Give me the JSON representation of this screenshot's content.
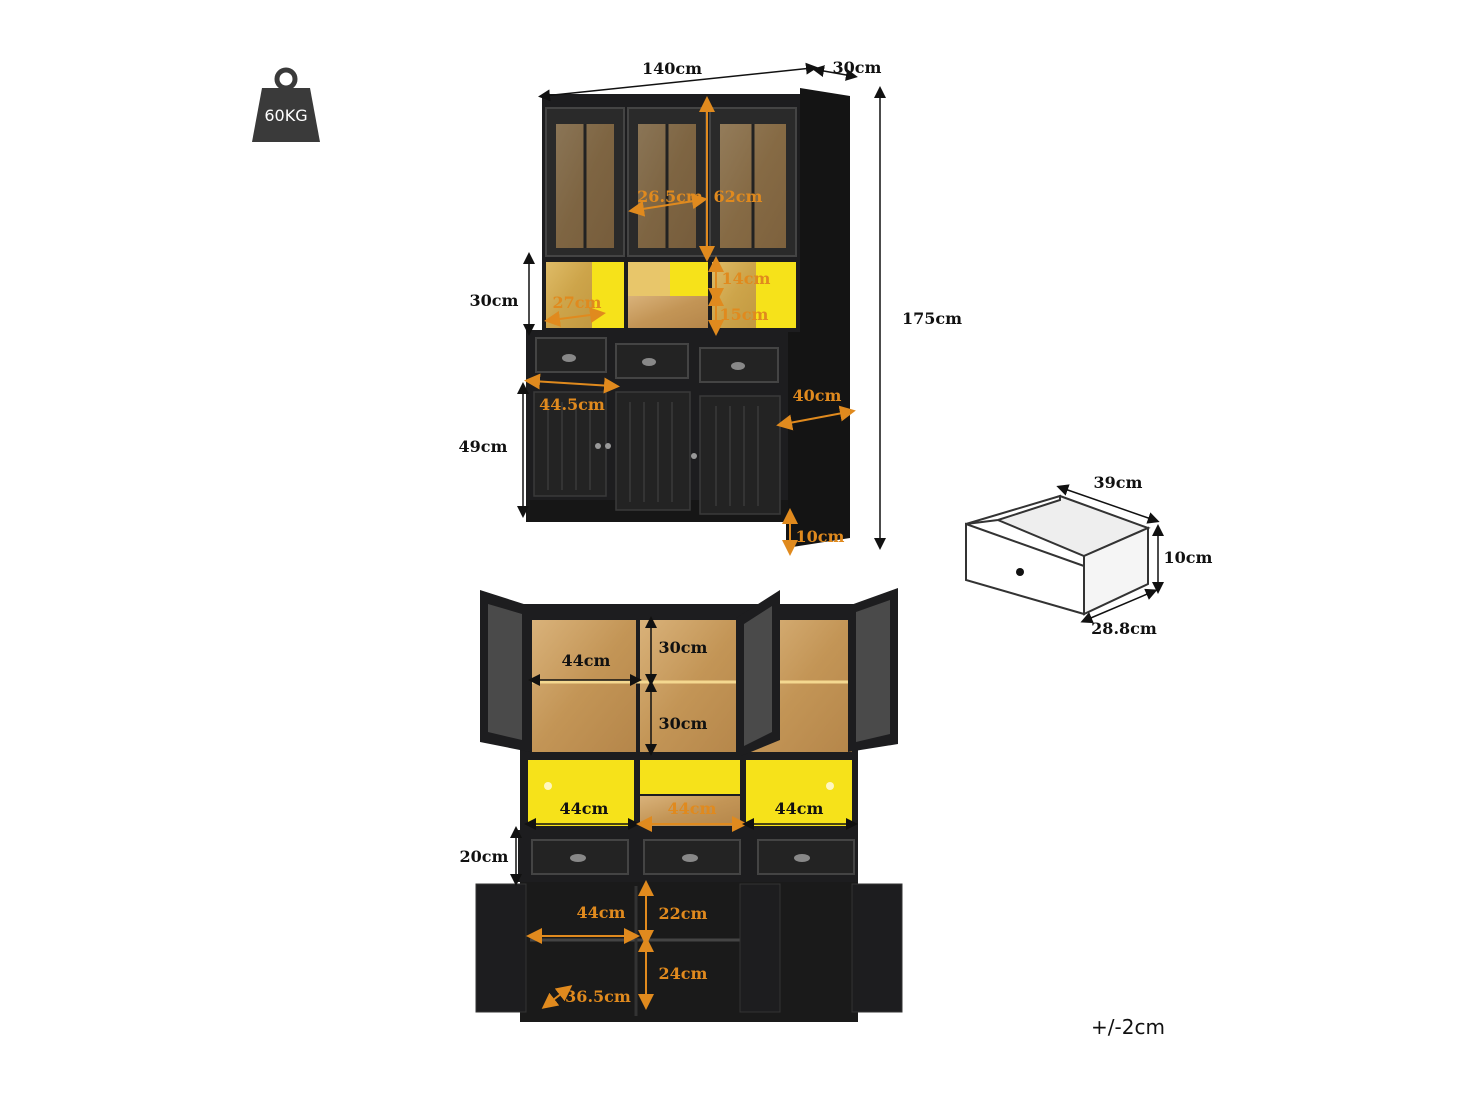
{
  "weight": {
    "label": "60KG"
  },
  "tolerance": "+/-2cm",
  "colors": {
    "cabinet": "#1d1d1f",
    "wood": "#c8a06a",
    "led": "#f6e21a",
    "accent": "#e08a1e"
  },
  "front_view": {
    "width": "140cm",
    "depth": "30cm",
    "height": "175cm",
    "hutch_inner_width": "26.5cm",
    "hutch_glass_height": "62cm",
    "open_shelf_height": "30cm",
    "open_shelf_depth": "27cm",
    "cubby_upper": "14cm",
    "cubby_lower": "15cm",
    "base_door_width": "44.5cm",
    "base_depth": "40cm",
    "base_height": "49cm",
    "plinth_height": "10cm"
  },
  "drawer": {
    "width": "39cm",
    "height": "10cm",
    "depth": "28.8cm"
  },
  "open_view": {
    "shelf_width": "44cm",
    "shelf_h_upper": "30cm",
    "shelf_h_lower": "30cm",
    "led_left": "44cm",
    "led_mid": "44cm",
    "led_right": "44cm",
    "drawer_row_height": "20cm",
    "base_width": "44cm",
    "base_h_upper": "22cm",
    "base_h_lower": "24cm",
    "base_depth": "36.5cm"
  }
}
